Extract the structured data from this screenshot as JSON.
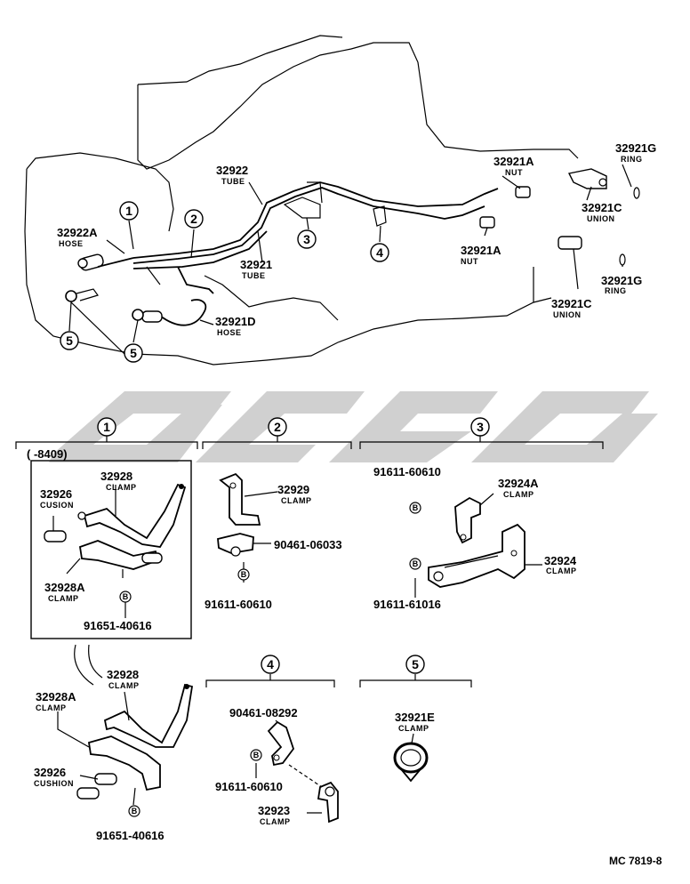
{
  "watermark": {
    "color": "#c8c8c8"
  },
  "labels": {
    "p32922": {
      "num": "32922",
      "desc": "TUBE"
    },
    "p32921a1": {
      "num": "32921A",
      "desc": "NUT"
    },
    "p32921g1": {
      "num": "32921G",
      "desc": "RING"
    },
    "p32922a": {
      "num": "32922A",
      "desc": "HOSE"
    },
    "p32921c1": {
      "num": "32921C",
      "desc": "UNION"
    },
    "p32921": {
      "num": "32921",
      "desc": "TUBE"
    },
    "p32921a2": {
      "num": "32921A",
      "desc": "NUT"
    },
    "p32921g2": {
      "num": "32921G",
      "desc": "RING"
    },
    "p32921c2": {
      "num": "32921C",
      "desc": "UNION"
    },
    "p32921d": {
      "num": "32921D",
      "desc": "HOSE"
    },
    "p32928": {
      "num": "32928",
      "desc": "CLAMP"
    },
    "p32926": {
      "num": "32926",
      "desc": "CUSION"
    },
    "p32928a": {
      "num": "32928A",
      "desc": "CLAMP"
    },
    "p32929": {
      "num": "32929",
      "desc": "CLAMP"
    },
    "p32924a": {
      "num": "32924A",
      "desc": "CLAMP"
    },
    "p32924": {
      "num": "32924",
      "desc": "CLAMP"
    },
    "p32928b": {
      "num": "32928",
      "desc": "CLAMP"
    },
    "p32928ab": {
      "num": "32928A",
      "desc": "CLAMP"
    },
    "p32926b": {
      "num": "32926",
      "desc": "CUSHION"
    },
    "p32921e": {
      "num": "32921E",
      "desc": "CLAMP"
    },
    "p32923": {
      "num": "32923",
      "desc": "CLAMP"
    }
  },
  "bolts": {
    "b1": "91651-40616",
    "b2": "91611-60610",
    "b3a": "91611-60610",
    "b3b": "91611-61016",
    "b4": "91611-60610",
    "b1b": "91651-40616"
  },
  "other_parts": {
    "n1": "90461-06033",
    "n2": "90461-08292"
  },
  "callouts": [
    "1",
    "2",
    "3",
    "4",
    "5"
  ],
  "bolt_mark": "B",
  "range_note": "( -8409)",
  "figure_ref": "MC 7819-8"
}
